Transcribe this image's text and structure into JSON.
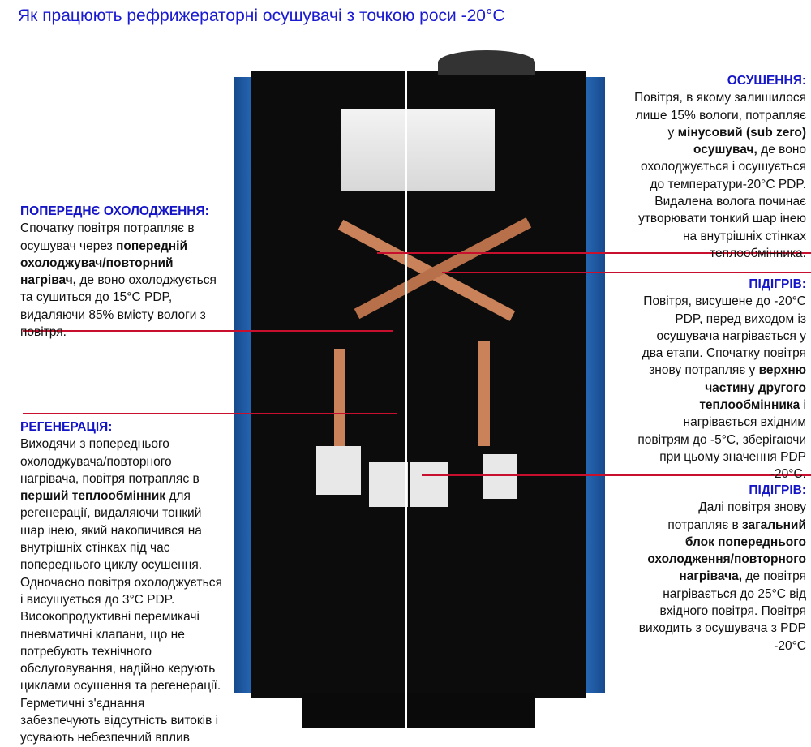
{
  "title": "Як працюють рефрижераторні осушувачі з точкою роси -20°C",
  "blocks": [
    {
      "heading": "ПОПЕРЕДНЄ ОХОЛОДЖЕННЯ:",
      "segments": [
        {
          "text": "Спочатку повітря потрапляє в\nосушувач через ",
          "bold": false
        },
        {
          "text": "попередній\nохолоджувач/повторний\nнагрівач,",
          "bold": true
        },
        {
          "text": " де воно охолоджується\nта сушиться до 15°C PDP,\nвидаляючи 85% вмісту вологи з\nповітря.",
          "bold": false
        }
      ]
    },
    {
      "heading": "РЕГЕНЕРАЦІЯ:",
      "segments": [
        {
          "text": "Виходячи з попереднього\nохолоджувача/повторного\nнагрівача, повітря потрапляє в\n",
          "bold": false
        },
        {
          "text": "перший теплообмінник",
          "bold": true
        },
        {
          "text": " для\nрегенерації, видаляючи тонкий\nшар інею, який накопичився на\nвнутрішніх стінках під час\nпопереднього циклу осушення.\nОдночасно повітря охолоджується\nі висушується до 3°C PDP.\nВисокопродуктивні перемикачі\nпневматичні клапани, що не\nпотребують технічного\nобслуговування, надійно керують\nциклами осушення та регенерації.\nГерметичні з'єднання\nзабезпечують відсутність витоків і\nусувають небезпечний вплив\nтемператур під час роботи.",
          "bold": false
        }
      ]
    },
    {
      "heading": "ОСУШЕННЯ:",
      "segments": [
        {
          "text": "Повітря, в якому залишилося\nлише 15% вологи, потрапляє\nу ",
          "bold": false
        },
        {
          "text": "мінусовий (sub zero)\nосушувач,",
          "bold": true
        },
        {
          "text": " де воно\nохолоджується і осушується\nдо температури-20°C PDP.\nВидалена волога починає\nутворювати тонкий шар інею\nна внутрішніх стінках\nтеплообмінника.",
          "bold": false
        }
      ]
    },
    {
      "heading": "ПІДІГРІВ:",
      "segments": [
        {
          "text": "Повітря, висушене до -20°C\nPDP, перед виходом із\nосушувача нагрівається у\nдва етапи. Спочатку повітря\nзнову потрапляє у ",
          "bold": false
        },
        {
          "text": "верхню\nчастину другого\nтеплообмінника",
          "bold": true
        },
        {
          "text": " і\nнагрівається вхідним\nповітрям до -5°C, зберігаючи\nпри цьому значення PDP\n-20°C.",
          "bold": false
        }
      ]
    },
    {
      "heading": "ПІДІГРІВ:",
      "segments": [
        {
          "text": "Далі повітря знову\nпотрапляє в ",
          "bold": false
        },
        {
          "text": "загальний\nблок попереднього\nохолодження/повторного\nнагрівача,",
          "bold": true
        },
        {
          "text": " де повітря\nнагрівається до 25°C від\nвхідного повітря. Повітря\nвиходить з осушувача з PDP\n-20°C",
          "bold": false
        }
      ]
    }
  ],
  "colors": {
    "heading": "#1515c8",
    "pointer": "#c8102e",
    "cabinet": "#1e5fae",
    "body": "#0b0b0b",
    "copper": "#c9825a"
  }
}
